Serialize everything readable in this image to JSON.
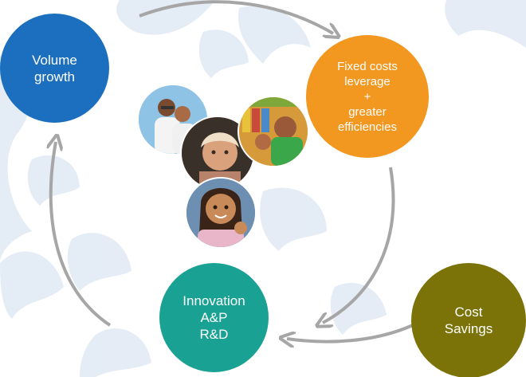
{
  "colors": {
    "volume_growth": "#1c6fbe",
    "fixed_costs": "#f29720",
    "innovation": "#19a294",
    "cost_savings": "#7b7307",
    "arrow": "#a6a6a6",
    "background_pattern": "#dce6f2"
  },
  "nodes": {
    "volume_growth": "Volume\ngrowth",
    "fixed_costs": "Fixed costs\nleverage\n+\ngreater\nefficiencies",
    "innovation": "Innovation\nA&P\nR&D",
    "cost_savings": "Cost\nSavings"
  },
  "photos": [
    "couple-photo",
    "woman-portrait-photo",
    "shopkeeper-photo",
    "girl-thumbs-up-photo"
  ]
}
